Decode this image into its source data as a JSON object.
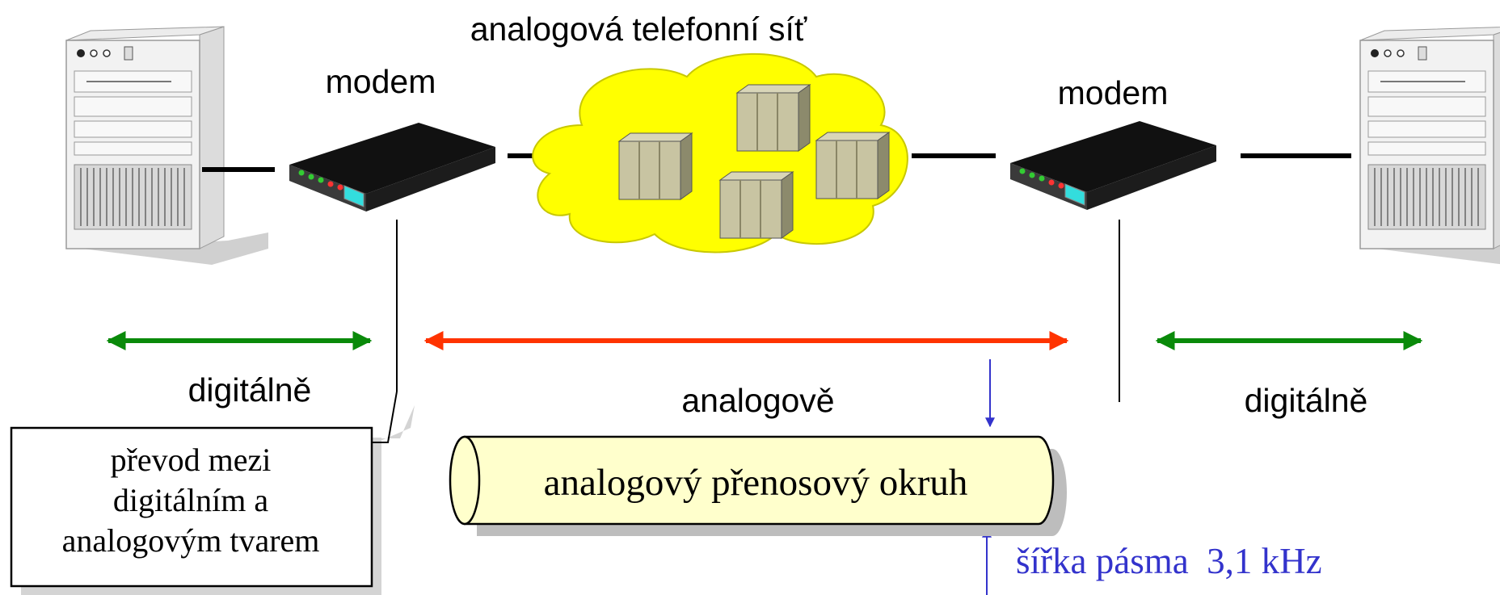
{
  "labels": {
    "network": "analogová telefonní síť",
    "modem_left": "modem",
    "modem_right": "modem",
    "digital_left": "digitálně",
    "digital_right": "digitálně",
    "analog": "analogově",
    "circuit": "analogový přenosový okruh",
    "bandwidth": "šířka pásma  3,1 kHz"
  },
  "callout": {
    "lines": [
      "převod mezi",
      "digitálním a",
      "analogovým tvarem"
    ]
  },
  "colors": {
    "digital_arrow": "#0a8a0a",
    "analog_arrow": "#ff3300",
    "bandwidth": "#3333cc",
    "cloud_fill": "#ffff00",
    "circuit_fill": "#ffffcc"
  }
}
